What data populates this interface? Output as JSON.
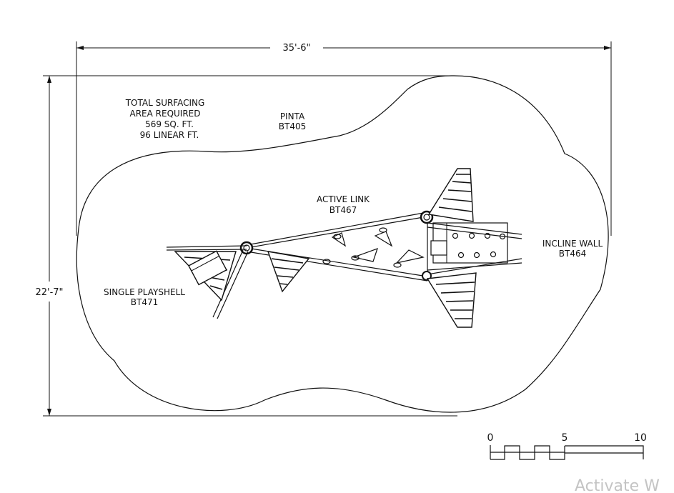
{
  "dimensions": {
    "width": "35'-6\"",
    "height": "22'-7\""
  },
  "notes": {
    "surfacing_line1": "TOTAL SURFACING",
    "surfacing_line2": "AREA REQUIRED",
    "surfacing_line3": "569 SQ. FT.",
    "surfacing_line4": "96 LINEAR FT."
  },
  "components": [
    {
      "name": "PINTA",
      "code": "BT405"
    },
    {
      "name": "ACTIVE LINK",
      "code": "BT467"
    },
    {
      "name": "INCLINE WALL",
      "code": "BT464"
    },
    {
      "name": "SINGLE PLAYSHELL",
      "code": "BT471"
    }
  ],
  "scale": {
    "ticks": [
      "0",
      "5",
      "10"
    ]
  },
  "watermark": "Activate W"
}
